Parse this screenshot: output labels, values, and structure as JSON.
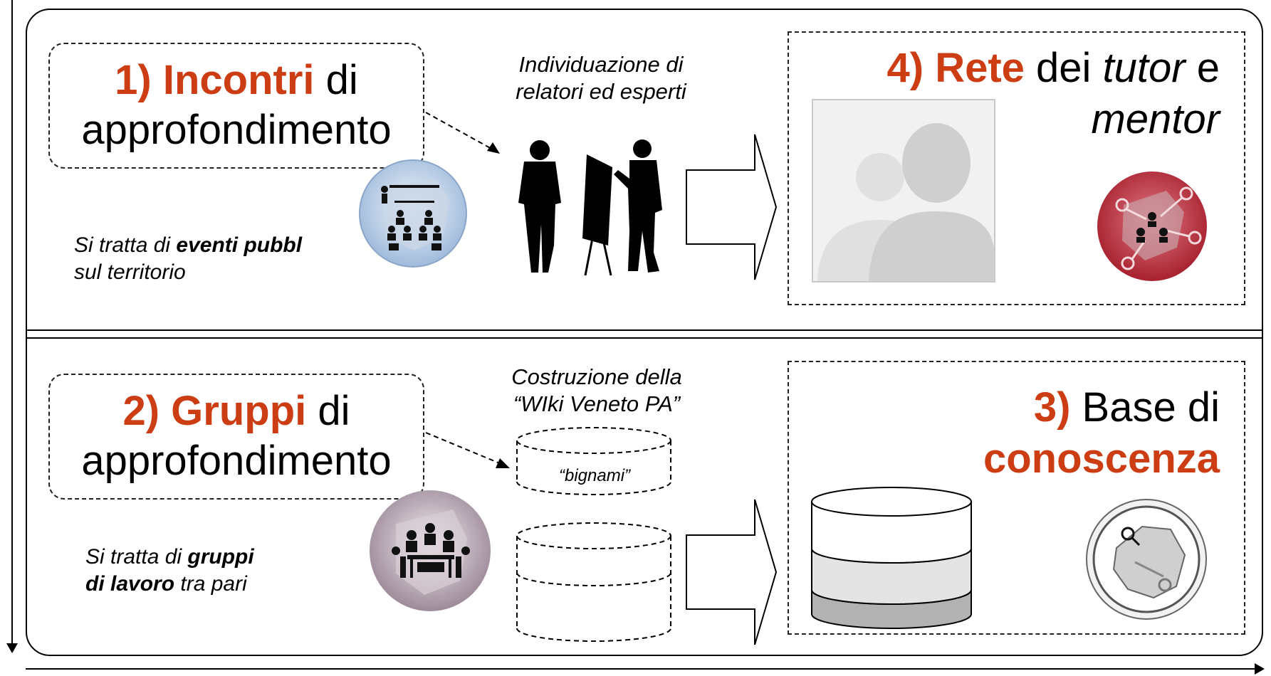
{
  "step1": {
    "number": "1)",
    "keyword": "Incontri",
    "suffix": "di",
    "line2": "approfondimento",
    "note_prefix": "Si tratta di ",
    "note_bold": "eventi pubbl",
    "note_line2": "sul territorio",
    "side_label_line1": "Individuazione di",
    "side_label_line2": "relatori ed esperti"
  },
  "step2": {
    "number": "2)",
    "keyword": "Gruppi",
    "suffix": "di",
    "line2": "approfondimento",
    "note_prefix": "Si tratta di ",
    "note_bold1": "gruppi",
    "note_bold2": "di lavoro",
    "note_suffix": " tra pari",
    "side_label_line1": "Costruzione della",
    "side_label_line2": "“WIki Veneto PA”",
    "db_label": "“bignami”"
  },
  "step3": {
    "number": "3)",
    "text": "Base di",
    "keyword": "conoscenza"
  },
  "step4": {
    "number": "4)",
    "keyword": "Rete",
    "text_mid": "dei ",
    "text_it": "tutor",
    "text_end": " e",
    "line2": "mentor"
  },
  "colors": {
    "accent": "#cc3d14",
    "icon1_bg": "#b8cde6",
    "icon2_bg": "#b9a9b6",
    "icon4_bg": "#c0303e"
  },
  "icons": [
    "presentation-meeting-icon",
    "team-meeting-icon",
    "network-icon",
    "map-search-icon",
    "presenters-silhouette-icon",
    "person-placeholder-icon",
    "database-icon"
  ]
}
